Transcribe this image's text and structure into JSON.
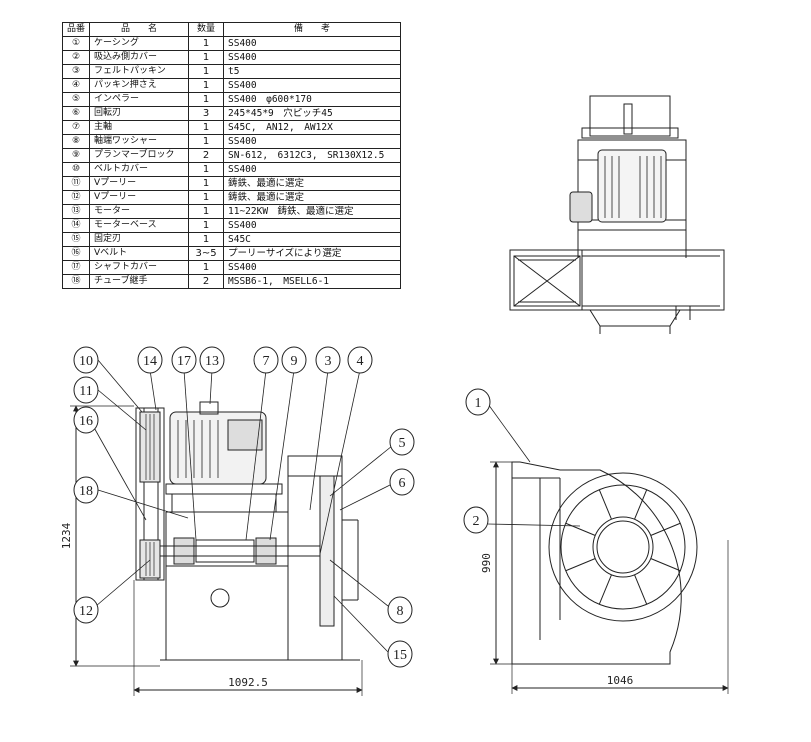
{
  "table": {
    "headers": {
      "no": "品番",
      "name": "品　　名",
      "qty": "数量",
      "note": "備　　考"
    },
    "rows": [
      {
        "no": "①",
        "name": "ケーシング",
        "qty": "1",
        "note": "SS400"
      },
      {
        "no": "②",
        "name": "吸込み側カバー",
        "qty": "1",
        "note": "SS400"
      },
      {
        "no": "③",
        "name": "フェルトパッキン",
        "qty": "1",
        "note": "t5"
      },
      {
        "no": "④",
        "name": "パッキン押さえ",
        "qty": "1",
        "note": "SS400"
      },
      {
        "no": "⑤",
        "name": "インペラー",
        "qty": "1",
        "note": "SS400　φ600*170"
      },
      {
        "no": "⑥",
        "name": "回転刃",
        "qty": "3",
        "note": "245*45*9　穴ピッチ45"
      },
      {
        "no": "⑦",
        "name": "主軸",
        "qty": "1",
        "note": "S45C,　AN12,　AW12X"
      },
      {
        "no": "⑧",
        "name": "軸端ワッシャー",
        "qty": "1",
        "note": "SS400"
      },
      {
        "no": "⑨",
        "name": "プランマーブロック",
        "qty": "2",
        "note": "SN-612,　6312C3,　SR130X12.5"
      },
      {
        "no": "⑩",
        "name": "ベルトカバー",
        "qty": "1",
        "note": "SS400"
      },
      {
        "no": "⑪",
        "name": "Vプーリー",
        "qty": "1",
        "note": "鋳鉄、最適に選定"
      },
      {
        "no": "⑫",
        "name": "Vプーリー",
        "qty": "1",
        "note": "鋳鉄、最適に選定"
      },
      {
        "no": "⑬",
        "name": "モーター",
        "qty": "1",
        "note": "11~22KW　鋳鉄、最適に選定"
      },
      {
        "no": "⑭",
        "name": "モーターベース",
        "qty": "1",
        "note": "SS400"
      },
      {
        "no": "⑮",
        "name": "固定刃",
        "qty": "1",
        "note": "S45C"
      },
      {
        "no": "⑯",
        "name": "Vベルト",
        "qty": "3~5",
        "note": "プーリーサイズにより選定"
      },
      {
        "no": "⑰",
        "name": "シャフトカバー",
        "qty": "1",
        "note": "SS400"
      },
      {
        "no": "⑱",
        "name": "チューブ継手",
        "qty": "2",
        "note": "MSSB6-1,　MSELL6-1"
      }
    ]
  },
  "callouts": [
    "10",
    "11",
    "14",
    "17",
    "13",
    "7",
    "9",
    "3",
    "4",
    "16",
    "18",
    "12",
    "5",
    "6",
    "8",
    "15",
    "1",
    "2"
  ],
  "dimensions": {
    "side_height": "1234",
    "side_width": "1092.5",
    "front_height": "990",
    "front_width": "1046"
  }
}
